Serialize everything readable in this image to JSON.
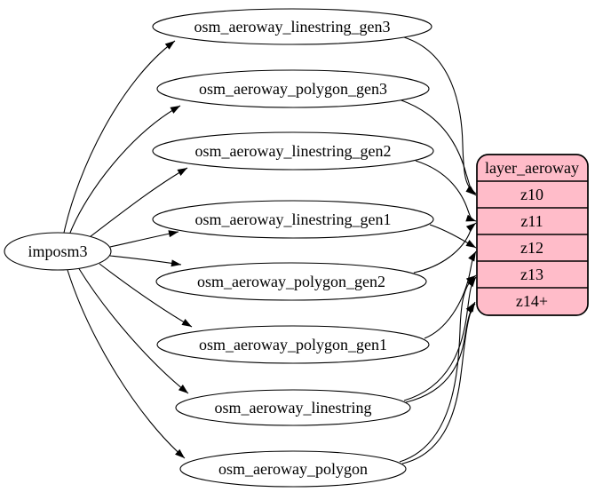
{
  "diagram": {
    "source": {
      "label": "imposm3"
    },
    "tables": [
      {
        "label": "osm_aeroway_linestring_gen3",
        "targets": [
          "z10"
        ]
      },
      {
        "label": "osm_aeroway_polygon_gen3",
        "targets": [
          "z10"
        ]
      },
      {
        "label": "osm_aeroway_linestring_gen2",
        "targets": [
          "z11"
        ]
      },
      {
        "label": "osm_aeroway_linestring_gen1",
        "targets": [
          "z12"
        ]
      },
      {
        "label": "osm_aeroway_polygon_gen2",
        "targets": [
          "z11"
        ]
      },
      {
        "label": "osm_aeroway_polygon_gen1",
        "targets": [
          "z12"
        ]
      },
      {
        "label": "osm_aeroway_linestring",
        "targets": [
          "z13",
          "z14+"
        ]
      },
      {
        "label": "osm_aeroway_polygon",
        "targets": [
          "z13",
          "z14+"
        ]
      }
    ],
    "layer": {
      "title": "layer_aeroway",
      "rows": [
        "z10",
        "z11",
        "z12",
        "z13",
        "z14+"
      ]
    },
    "colors": {
      "layer_fill": "#ffbcc9",
      "node_fill": "#ffffff",
      "stroke": "#000000"
    }
  }
}
